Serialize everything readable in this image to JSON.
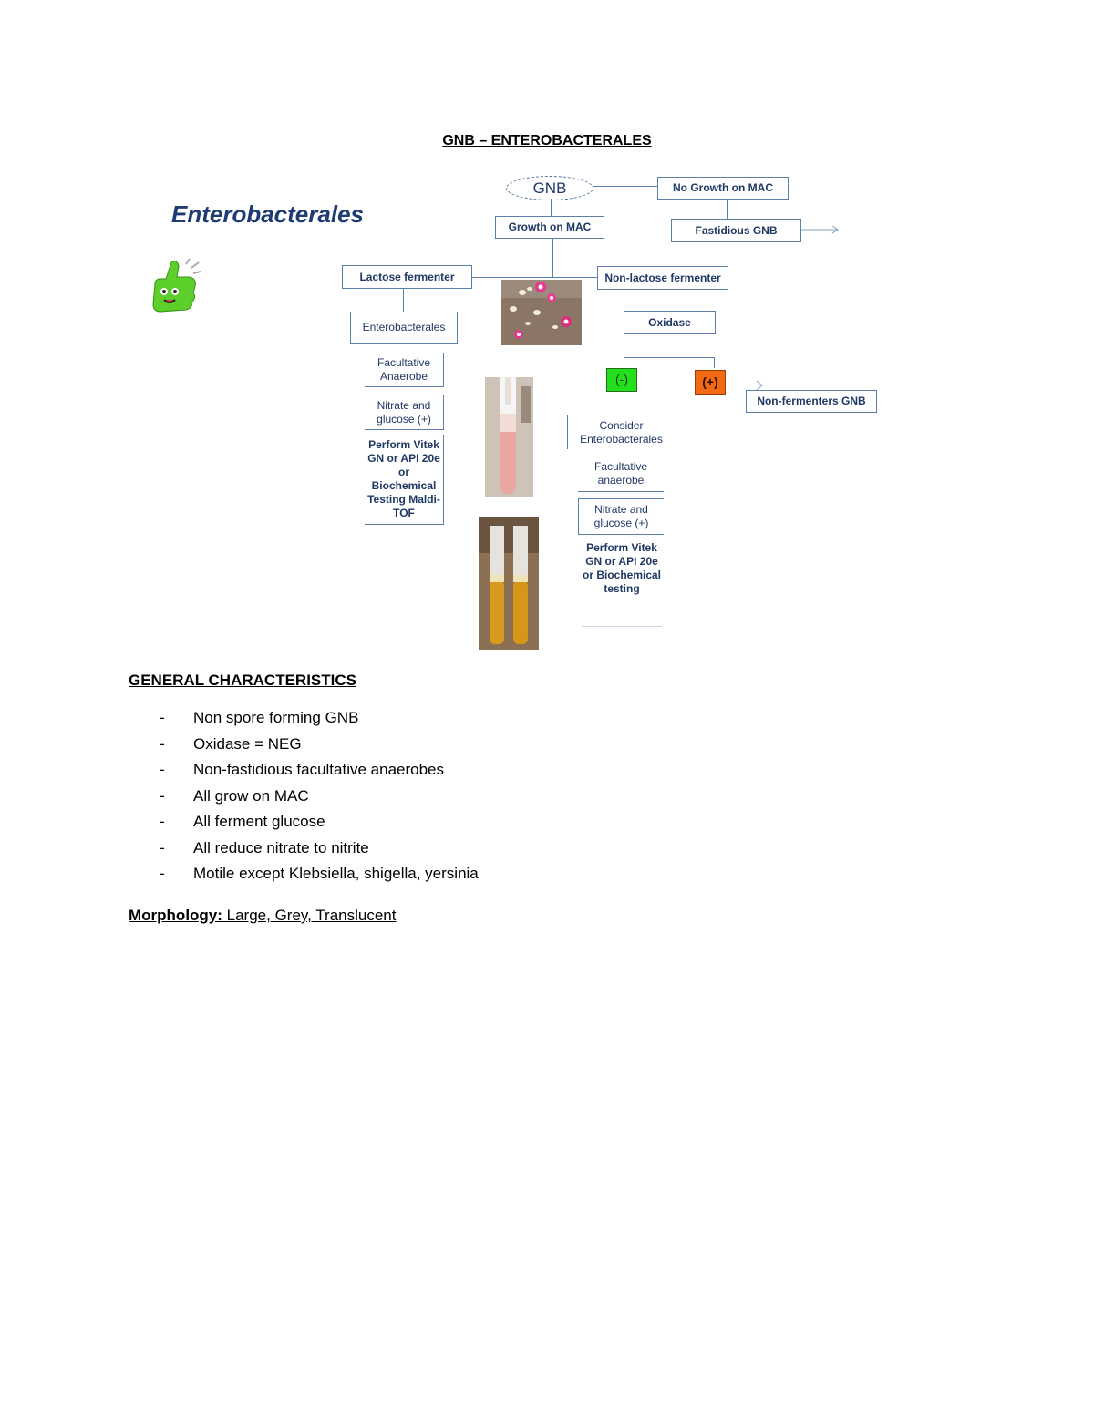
{
  "page": {
    "title": "GNB – ENTEROBACTERALES"
  },
  "figure": {
    "brand_title": "Enterobacterales",
    "icon": "thumbs-up-icon",
    "colors": {
      "negative": "#22e01c",
      "positive": "#f36a14",
      "box_text": "#1f3864"
    },
    "nodes": {
      "gnb": "GNB",
      "no_growth_mac": "No Growth on MAC",
      "fastidious_gnb": "Fastidious GNB",
      "growth_on_mac": "Growth on MAC",
      "lactose_fermenter": "Lactose fermenter",
      "non_lactose_fermenter": "Non-lactose fermenter",
      "left_enterobacterales": "Enterobacterales",
      "left_facultative": "Facultative Anaerobe",
      "left_nitrate": "Nitrate and glucose (+)",
      "left_perform": "Perform Vitek GN or API 20e or Biochemical Testing Maldi-TOF",
      "oxidase": "Oxidase",
      "oxidase_neg": "(-)",
      "oxidase_pos": "(+)",
      "non_fermenters": "Non-fermenters GNB",
      "right_consider": "Consider Enterobacterales",
      "right_facultative": "Facultative anaerobe",
      "right_nitrate": "Nitrate and glucose (+)",
      "right_perform": "Perform Vitek GN or API 20e or Biochemical testing"
    }
  },
  "characteristics": {
    "heading": "GENERAL CHARACTERISTICS",
    "bullet": "-",
    "items": [
      "Non spore forming GNB",
      "Oxidase = NEG",
      "Non-fastidious facultative anaerobes",
      "All grow on MAC",
      "All ferment glucose",
      "All reduce nitrate to nitrite",
      "Motile except Klebsiella, shigella, yersinia"
    ]
  },
  "morphology": {
    "label": "Morphology:",
    "value": " Large, Grey, Translucent"
  }
}
